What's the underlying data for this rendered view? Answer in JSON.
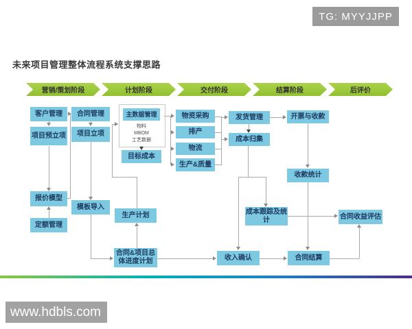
{
  "title": "未来项目管理整体流程系统支撑思路",
  "watermarks": {
    "tg_badge": "TG: MYYJJPP",
    "site": "www.hdbls.com"
  },
  "phases": [
    "营销/策划阶段",
    "计划阶段",
    "交付阶段",
    "结算阶段",
    "后评价"
  ],
  "nodes": {
    "customer_mgmt": "客户管理",
    "project_pre_initiation": "项目预立项",
    "quote_model": "报价模型",
    "quota_mgmt": "定额管理",
    "contract_mgmt": "合同管理",
    "project_initiation": "项目立项",
    "template_import": "模板导入",
    "master_data_mgmt": "主数据管理",
    "master_data_detail": "物料\nMBOM\n工艺数据",
    "target_cost": "目标成本",
    "production_plan": "生产计划",
    "overall_schedule": "合同&项目总体进度计划",
    "material_procurement": "物资采购",
    "production_scheduling": "排产",
    "logistics": "物流",
    "production_quality": "生产&质量",
    "shipping_mgmt": "发货管理",
    "cost_collection": "成本归集",
    "cost_tracking": "成本跟踪及统计",
    "revenue_confirmation": "收入确认",
    "invoicing_collection": "开票与收款",
    "collection_stats": "收款统计",
    "contract_settlement": "合同结算",
    "contract_benefit_eval": "合同收益评估"
  },
  "colors": {
    "node_fill": "#7dc9e2",
    "node_text": "#1d3a5f",
    "phase_green": "#9bca3c",
    "connector_gray": "#a8a8a8",
    "badge_gray": "#9b9b9b",
    "footer_gradient": [
      "#8cc63e",
      "#00b2b5",
      "#1e7ec8",
      "#4b2e83"
    ]
  }
}
